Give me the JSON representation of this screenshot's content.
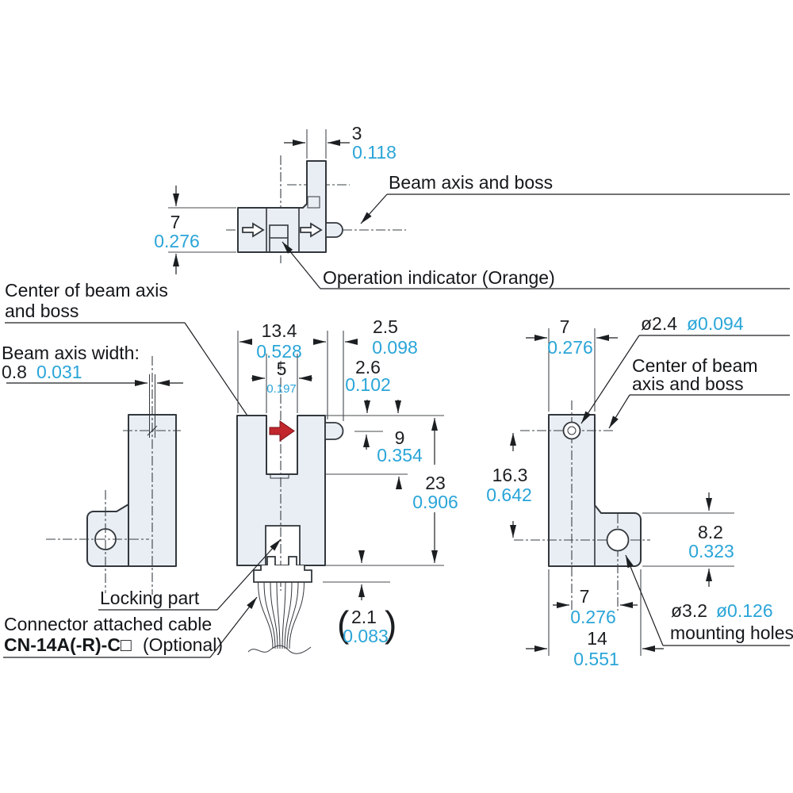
{
  "drawing": {
    "colors": {
      "inch_text": "#2aa5d8",
      "mm_text": "#1c1f22",
      "line": "#33383d",
      "body_fill": "#e9edf4",
      "indicator_arrow_red": "#c1272d"
    },
    "top_view": {
      "d3": {
        "mm": "3",
        "in": "0.118"
      },
      "d7": {
        "mm": "7",
        "in": "0.276"
      },
      "beam_axis_boss_label": "Beam axis and boss",
      "operation_indicator_label": "Operation indicator (Orange)"
    },
    "left_labels": {
      "center_beam_line1": "Center of beam axis",
      "center_beam_line2": "and boss",
      "beam_width_label": "Beam axis width:",
      "beam_width": {
        "mm": "0.8",
        "in": "0.031"
      }
    },
    "front_view": {
      "d13_4": {
        "mm": "13.4",
        "in": "0.528"
      },
      "d2_5": {
        "mm": "2.5",
        "in": "0.098"
      },
      "d5": {
        "mm": "5",
        "in": "0.197"
      },
      "d2_6": {
        "mm": "2.6",
        "in": "0.102"
      },
      "d9": {
        "mm": "9",
        "in": "0.354"
      },
      "d23": {
        "mm": "23",
        "in": "0.906"
      },
      "d2_1": {
        "mm": "2.1",
        "in": "0.083"
      },
      "paren_open": "(",
      "paren_close": ")",
      "locking_part_label": "Locking part",
      "connector_label_line1": "Connector attached cable",
      "connector_model": "CN-14A(-R)-C□",
      "connector_optional": " (Optional)"
    },
    "side_view": {
      "d7_top": {
        "mm": "7",
        "in": "0.276"
      },
      "boss_dia": {
        "mm": "ø2.4",
        "in": "ø0.094"
      },
      "center_beam_line1": "Center of beam",
      "center_beam_line2": "axis and boss",
      "d16_3": {
        "mm": "16.3",
        "in": "0.642"
      },
      "d8_2": {
        "mm": "8.2",
        "in": "0.323"
      },
      "d7_bottom": {
        "mm": "7",
        "in": "0.276"
      },
      "d14": {
        "mm": "14",
        "in": "0.551"
      },
      "hole_dia": {
        "mm": "ø3.2",
        "in": "ø0.126"
      },
      "mounting_holes_label": "mounting holes"
    }
  }
}
